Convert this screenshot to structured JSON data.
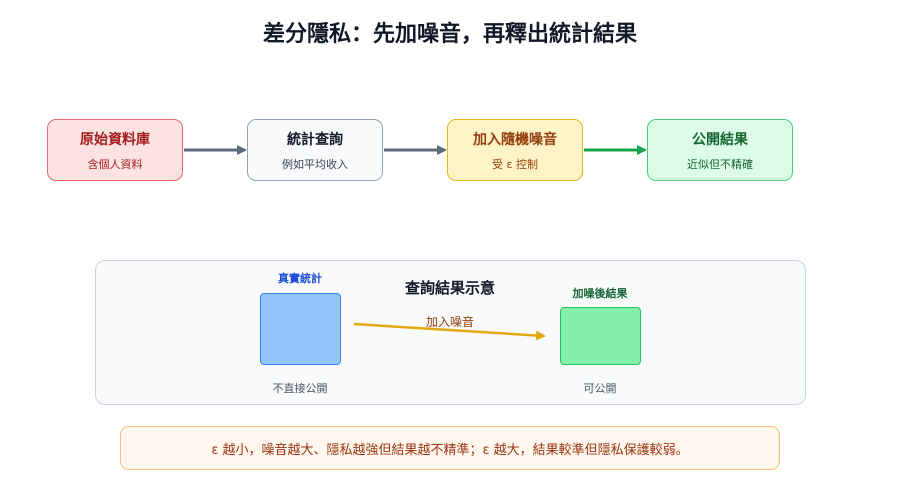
{
  "title": "差分隱私：先加噪音，再釋出統計結果",
  "flow": [
    {
      "label": "原始資料庫",
      "sub": "含個人資料"
    },
    {
      "label": "統計查詢",
      "sub": "例如平均收入"
    },
    {
      "label": "加入隨機噪音",
      "sub": "受 ε 控制"
    },
    {
      "label": "公開結果",
      "sub": "近似但不精確"
    }
  ],
  "panel": {
    "title": "查詢結果示意",
    "true_label": "真實統計",
    "true_caption": "不直接公開",
    "noise_label": "加入噪音",
    "noisy_label": "加噪後結果",
    "noisy_caption": "可公開"
  },
  "note": "ε 越小，噪音越大、隱私越強但結果越不精準；ε 越大，結果較準但隱私保護較弱。",
  "colors": {
    "arrow_gray": "#5b6b7d",
    "arrow_green": "#16a34a",
    "arrow_gold": "#e0a90e"
  }
}
